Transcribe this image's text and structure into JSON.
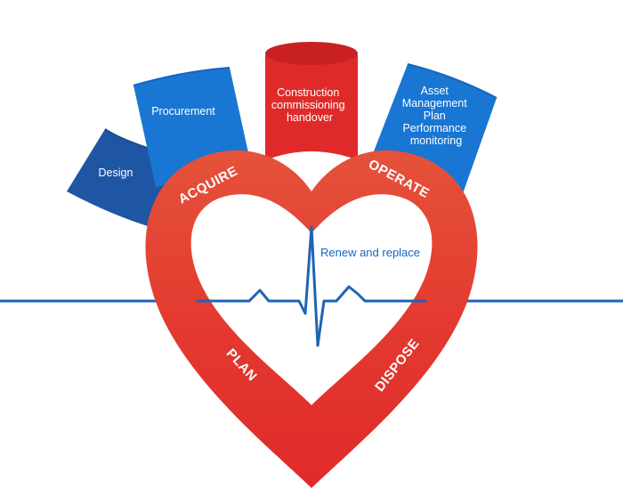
{
  "colors": {
    "blue_dark": "#1f56a3",
    "blue": "#1976d2",
    "red": "#e02a2a",
    "heart_outer": "#e8492f",
    "heart_inner": "#ffffff",
    "line": "#1e64b4"
  },
  "tubes": {
    "design": "Design",
    "procurement": "Procurement",
    "construction": [
      "Construction",
      "commissioning",
      "handover"
    ],
    "asset": [
      "Asset",
      "Management",
      "Plan",
      "Performance",
      "monitoring"
    ]
  },
  "heart": {
    "acquire": "ACQUIRE",
    "operate": "OPERATE",
    "plan": "PLAN",
    "dispose": "DISPOSE"
  },
  "renew": "Renew and replace"
}
